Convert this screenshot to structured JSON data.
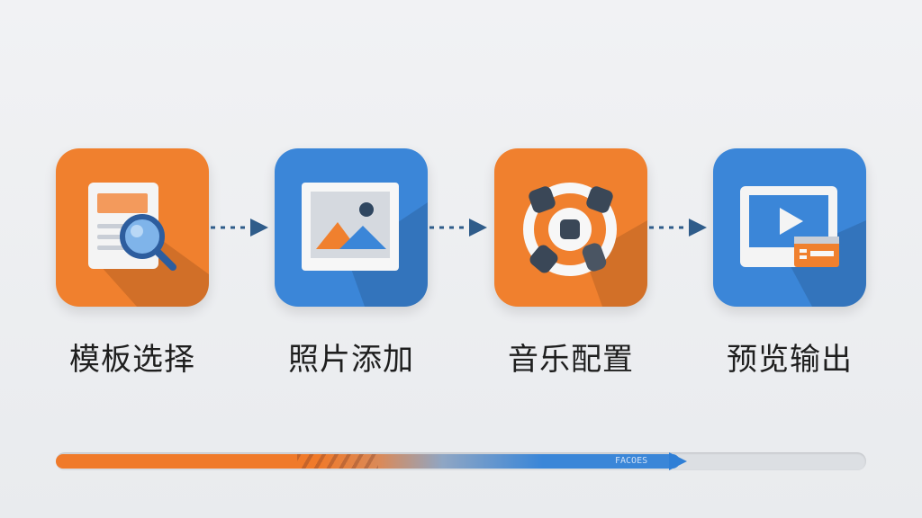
{
  "steps": [
    {
      "label": "模板选择",
      "icon": "template-search-icon",
      "color": "#f0802e"
    },
    {
      "label": "照片添加",
      "icon": "image-icon",
      "color": "#3b86d8"
    },
    {
      "label": "音乐配置",
      "icon": "music-dial-icon",
      "color": "#f0802e"
    },
    {
      "label": "预览输出",
      "icon": "video-preview-icon",
      "color": "#3b86d8"
    }
  ],
  "connector_icon": "dashed-arrow-icon",
  "progress": {
    "fraction": 0.77,
    "text": "FACOES"
  },
  "colors": {
    "orange": "#f0802e",
    "blue": "#3b86d8",
    "background": "#eceef1"
  }
}
